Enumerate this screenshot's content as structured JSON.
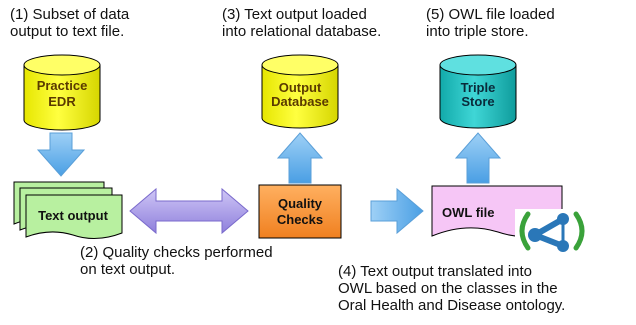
{
  "captions": {
    "c1": [
      "(1) Subset of data",
      "output to text file."
    ],
    "c3": [
      "(3) Text output loaded",
      "into relational database."
    ],
    "c5": [
      "(5) OWL file loaded",
      "into triple store."
    ],
    "c2": [
      "(2) Quality checks performed",
      "on text output."
    ],
    "c4": [
      "(4) Text output translated into",
      "OWL based on the classes in the",
      "Oral Health and Disease ontology."
    ]
  },
  "nodes": {
    "practice_edr": [
      "Practice",
      "EDR"
    ],
    "output_db": [
      "Output",
      "Database"
    ],
    "triple_store": [
      "Triple",
      "Store"
    ],
    "text_output": "Text output",
    "quality_checks": [
      "Quality",
      "Checks"
    ],
    "owl_file": "OWL file"
  },
  "colors": {
    "database_yellow": "#ffff00",
    "triple_store_teal": "#22c0c0",
    "text_output_green": "#b8f0a0",
    "quality_checks_orange": "#ff9a40",
    "owl_file_pink": "#f6c6f6",
    "arrow_blue": "#6cb6ee",
    "double_arrow_purple": "#a99ee6",
    "logo_green": "#3aa23a",
    "logo_blue": "#2a77b8"
  },
  "icons": {
    "owl_logo": "owl-ontology-logo-icon"
  }
}
